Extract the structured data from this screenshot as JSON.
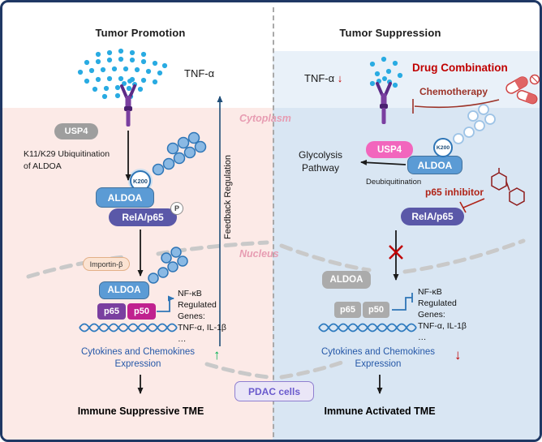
{
  "colors": {
    "border_navy": "#1f3864",
    "left_cell_bg": "#fceae7",
    "right_cell_bg": "#d9e6f3",
    "right_top_bg": "#e9f1f9",
    "aldoa_blue": "#5b9bd5",
    "rela_purple": "#5a58a8",
    "p65_purple": "#7a3fa0",
    "p50_magenta": "#c0218f",
    "usp4_gray": "#9e9e9e",
    "usp4_pink": "#f266bd",
    "inactive_gray": "#ababab",
    "tnf_dot_blue": "#29abe2",
    "accent_red": "#c00000",
    "accent_green": "#00b050",
    "dna_blue": "#2f7bbf",
    "membrane_gray": "#c9c9c9",
    "organelle_label_pink": "#e79cb2",
    "cytokine_text_blue": "#2558a8",
    "pdac_purple": "#6a5acd"
  },
  "left": {
    "title": "Tumor Promotion",
    "tnf": "TNF-α",
    "usp4": "USP4",
    "ubiq_lines": [
      "K11/K29 Ubiquitination",
      "of ALDOA"
    ],
    "k200": "K200",
    "aldoa": "ALDOA",
    "rela": "RelA/p65",
    "phospho": "P",
    "feedback": "Feedback Regulation",
    "cytoplasm": "Cytoplasm",
    "importin": "Importin-β",
    "nucleus": "Nucleus",
    "aldoa_nuclear": "ALDOA",
    "p65": "p65",
    "p50": "p50",
    "genes_lines": [
      "NF-κB",
      "Regulated",
      "Genes:",
      "TNF-α, IL-1β",
      "…"
    ],
    "cytokines_lines": [
      "Cytokines and Chemokines",
      "Expression"
    ],
    "up_arrow": "↑",
    "tme": "Immune Suppressive TME"
  },
  "right": {
    "title": "Tumor Suppression",
    "tnf": "TNF-α",
    "down_arrow": "↓",
    "drug_combination": "Drug Combination",
    "chemotherapy": "Chemotherapy",
    "glycolysis_lines": [
      "Glycolysis",
      "Pathway"
    ],
    "usp4": "USP4",
    "aldoa": "ALDOA",
    "k200": "K200",
    "deubiquitination": "Deubiquitination",
    "p65_inhibitor": "p65 inhibitor",
    "rela": "RelA/p65",
    "aldoa_nuclear": "ALDOA",
    "p65": "p65",
    "p50": "p50",
    "genes_lines": [
      "NF-κB",
      "Regulated",
      "Genes:",
      "TNF-α, IL-1β",
      "…"
    ],
    "cytokines_lines": [
      "Cytokines and Chemokines",
      "Expression"
    ],
    "tme": "Immune Activated TME"
  },
  "footer": {
    "pdac": "PDAC cells"
  }
}
